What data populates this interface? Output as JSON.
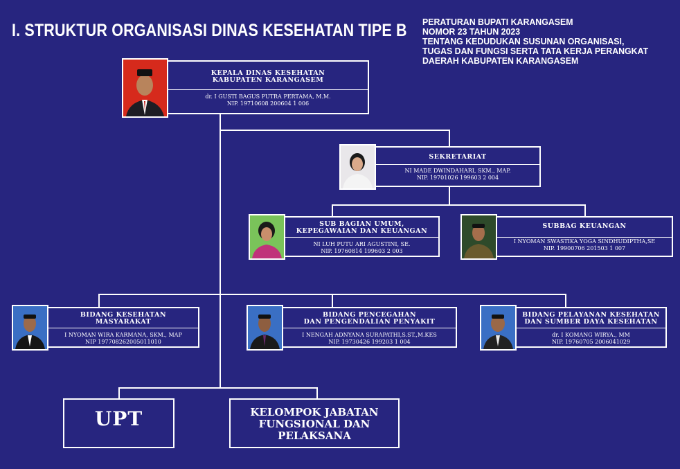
{
  "header": {
    "title": "I. STRUKTUR ORGANISASI DINAS KESEHATAN TIPE B",
    "regulation": [
      "PERATURAN BUPATI KARANGASEM",
      "NOMOR  23  TAHUN 2023",
      "TENTANG KEDUDUKAN SUSUNAN ORGANISASI,",
      "TUGAS DAN FUNGSI SERTA TATA KERJA PERANGKAT",
      "DAERAH KABUPATEN KARANGASEM"
    ]
  },
  "kepala": {
    "title_line1": "KEPALA DINAS KESEHATAN",
    "title_line2": "KABUPATEN KARANGASEM",
    "name": "dr. I GUSTI BAGUS PUTRA PERTAMA, M.M.",
    "nip": "NIP. 19710608 200604 1 006"
  },
  "sekretariat": {
    "title_line1": "SEKRETARIAT",
    "name": "NI MADE DWINDAHARI, SKM., MAP.",
    "nip": "NIP. 19701026 199603 2 004"
  },
  "subbag_umum": {
    "title_line1": "SUB BAGIAN UMUM,",
    "title_line2": "KEPEGAWAIAN DAN KEUANGAN",
    "name": "NI LUH PUTU ARI AGUSTINI, SE.",
    "nip": "NIP. 19760814 199603 2 003"
  },
  "subbag_keuangan": {
    "title_line1": "SUBBAG KEUANGAN",
    "name": "I NYOMAN SWASTIKA YOGA SINDHUDIPTHA,SE",
    "nip": "NIP. 19900706 201503 1 007"
  },
  "bidang_kesmas": {
    "title_line1": "BIDANG KESEHATAN",
    "title_line2": "MASYARAKAT",
    "name": "I NYOMAN WIRA KARMANA, SKM., MAP",
    "nip": "NIP 197708262005011010"
  },
  "bidang_p2p": {
    "title_line1": "BIDANG PENCEGAHAN",
    "title_line2": "DAN PENGENDALIAN PENYAKIT",
    "name": "I NENGAH ADNYANA SURAPATHI,S.ST.,M.KES",
    "nip": "NIP. 19730426 199203 1 004"
  },
  "bidang_yankes": {
    "title_line1": "BIDANG PELAYANAN KESEHATAN",
    "title_line2": "DAN SUMBER DAYA KESEHATAN",
    "name": "dr. I KOMANG WIRYA., MM",
    "nip": "NIP. 19760705 2006041029"
  },
  "upt": {
    "label": "UPT"
  },
  "jabatan_fungsional": {
    "line1": "KELOMPOK JABATAN",
    "line2": "FUNGSIONAL DAN",
    "line3": "PELAKSANA"
  },
  "colors": {
    "background": "#27257f",
    "lines": "#ffffff"
  }
}
